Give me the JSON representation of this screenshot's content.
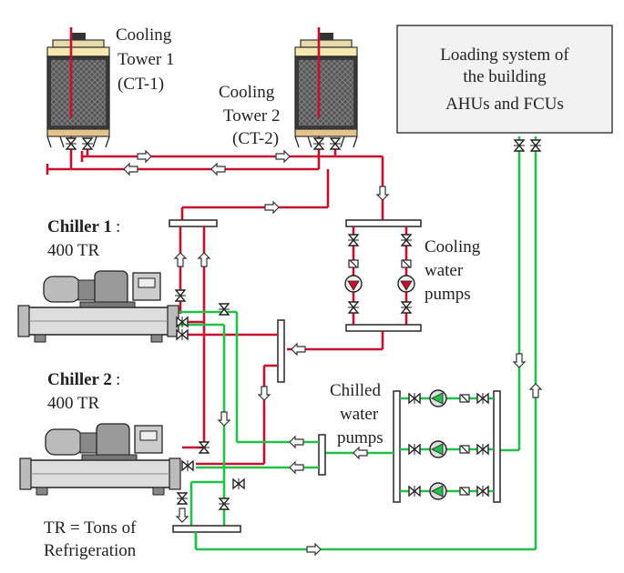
{
  "colors": {
    "condenser_water": "#c8102e",
    "chilled_water": "#22c04a",
    "building_box": "#f2f2f2"
  },
  "labels": {
    "cooling_tower_1": [
      "Cooling",
      "Tower 1",
      "(CT-1)"
    ],
    "cooling_tower_2": [
      "Cooling",
      "Tower 2",
      "(CT-2)"
    ],
    "loading_system": [
      "Loading system of",
      "the building",
      "AHUs and FCUs"
    ],
    "chiller_1_name": "Chiller 1",
    "chiller_1_colon": ":",
    "chiller_1_capacity": "400 TR",
    "chiller_2_name": "Chiller 2",
    "chiller_2_colon": ":",
    "chiller_2_capacity": "400 TR",
    "cooling_water_pumps": [
      "Cooling",
      "water",
      "pumps"
    ],
    "chilled_water_pumps": [
      "Chilled",
      "water",
      "pumps"
    ],
    "tr_note": [
      "TR = Tons of",
      "Refrigeration"
    ]
  },
  "icons": [
    "cooling-tower-icon",
    "chiller-icon",
    "pump-icon",
    "valve-icon",
    "flow-arrow-icon"
  ]
}
